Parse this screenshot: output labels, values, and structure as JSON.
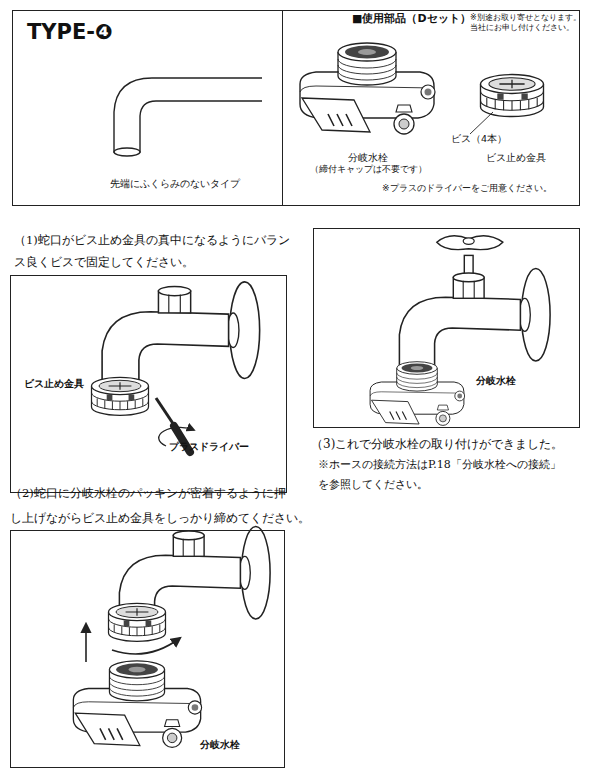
{
  "diagram": {
    "nodes": [
      {
        "text": [
          "TYPE-❹",
          "先端にふくらみのないタイプ"
        ]
      },
      {
        "text": [
          "■使用部品（Dセット）",
          "※別途お取り寄せとなります。 当社にお申し付けください。",
          "分岐水栓",
          "（締付キャップは不要です）",
          "ビス（4本）",
          "ビス止め金具",
          "※プラスのドライバーをご用意ください。"
        ]
      },
      {
        "text": [
          "ビス止め金具",
          "プラスドライバー"
        ]
      },
      {
        "text": [
          "分岐水栓"
        ]
      },
      {
        "text": [
          "分岐水栓"
        ]
      }
    ],
    "labels": [
      "（1)蛇口がビス止め金具の真中になるようにバラン ス良くビスで固定してください。",
      "（2)蛇口に分岐水栓のパッキンが密着するように押 し上げながらビス止め金具をしっかり締めてください。",
      "（3)これで分岐水栓の取り付けができました。",
      "※ホースの接続方法はP.18「分岐水栓への接続」 を参照してください。"
    ]
  }
}
